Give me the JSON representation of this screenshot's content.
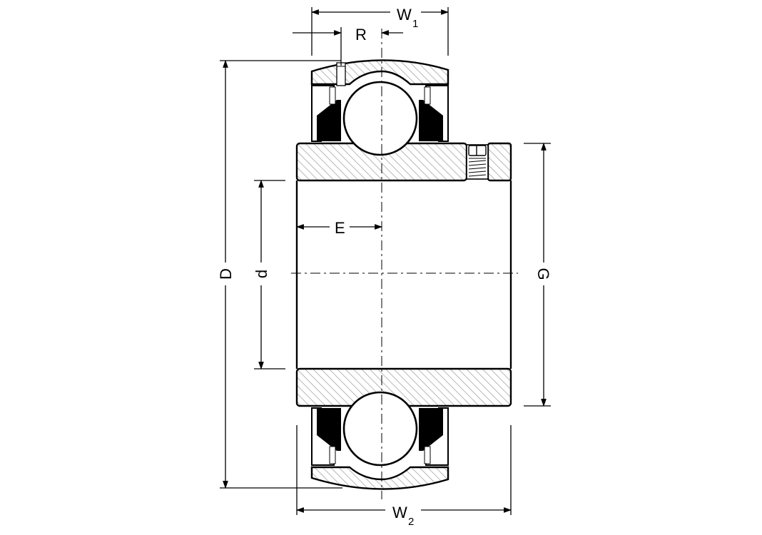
{
  "labels": {
    "w1": "W",
    "w1_sub": "1",
    "w2": "W",
    "w2_sub": "2",
    "r": "R",
    "e": "E",
    "d_outer": "D",
    "d_bore": "d",
    "g": "G"
  },
  "colors": {
    "line": "#000000",
    "hatch": "#9a9a9a",
    "seal": "#000000",
    "background": "#ffffff"
  }
}
